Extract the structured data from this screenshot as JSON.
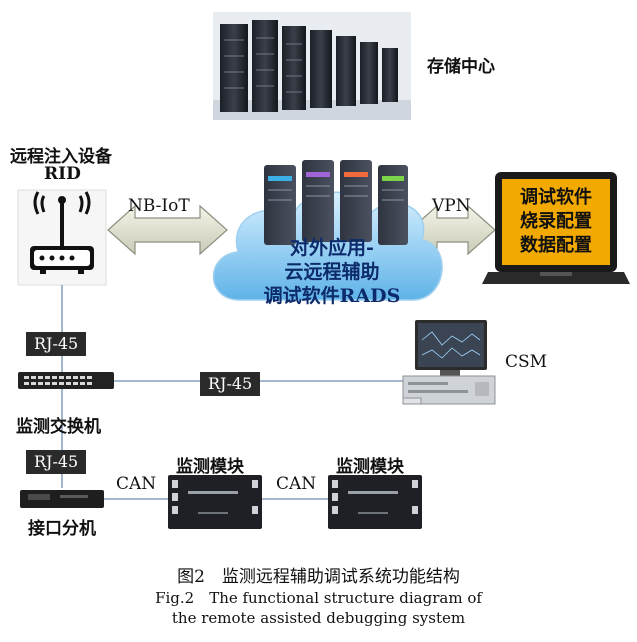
{
  "labels": {
    "storage": "存储中心",
    "rid_line1": "远程注入设备",
    "rid_line2": "RID",
    "nbiot": "NB-IoT",
    "vpn": "VPN",
    "cloud_line1": "对外应用-",
    "cloud_line2": "云远程辅助",
    "cloud_line3": "调试软件RADS",
    "laptop_line1": "调试软件",
    "laptop_line2": "烧录配置",
    "laptop_line3": "数据配置",
    "rj45_a": "RJ-45",
    "rj45_b": "RJ-45",
    "rj45_c": "RJ-45",
    "csm": "CSM",
    "switch": "监测交换机",
    "splitter": "接口分机",
    "can_a": "CAN",
    "can_b": "CAN",
    "module_a": "监测模块",
    "module_b": "监测模块"
  },
  "caption": {
    "cn": "图2　监测远程辅助调试系统功能结构",
    "en_line1": "Fig.2　The functional structure diagram of",
    "en_line2": "the remote assisted debugging system"
  }
}
